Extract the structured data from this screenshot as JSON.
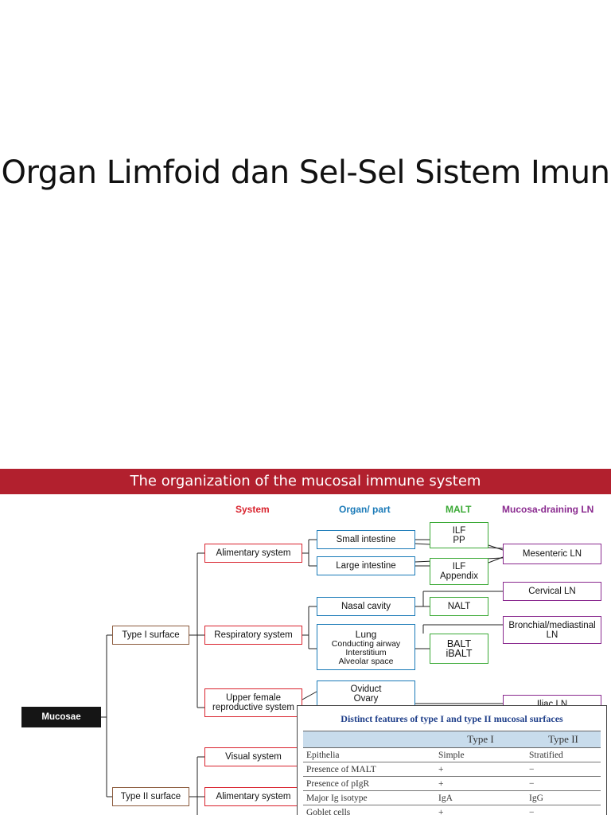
{
  "slide": {
    "title": "Organ Limfoid dan Sel-Sel Sistem Imun",
    "banner": "The organization of the mucosal immune system"
  },
  "diagram": {
    "headers": {
      "system": "System",
      "organ": "Organ/ part",
      "malt": "MALT",
      "ln": "Mucosa-draining LN"
    },
    "colors": {
      "system": "#d9232e",
      "organ": "#1a7ab8",
      "malt": "#3aa935",
      "ln": "#8a2a8f",
      "banner": "#b2202e"
    },
    "root": "Mucosae",
    "types": {
      "type1": "Type I surface",
      "type2": "Type II surface"
    },
    "systems": {
      "alimentary1": "Alimentary system",
      "respiratory": "Respiratory system",
      "upper_female_1": "Upper female",
      "upper_female_2": "reproductive system",
      "visual": "Visual system",
      "alimentary2": "Alimentary system"
    },
    "organs": {
      "small_intestine": "Small intestine",
      "large_intestine": "Large intestine",
      "nasal_cavity": "Nasal cavity",
      "lung": "Lung",
      "lung_1": "Conducting airway",
      "lung_2": "Interstitium",
      "lung_3": "Alveolar space",
      "oviduct": "Oviduct",
      "ovary": "Ovary"
    },
    "malt": {
      "ilf_pp_1": "ILF",
      "ilf_pp_2": "PP",
      "ilf_app_1": "ILF",
      "ilf_app_2": "Appendix",
      "nalt": "NALT",
      "balt_1": "BALT",
      "balt_2": "iBALT"
    },
    "ln": {
      "mesenteric": "Mesenteric LN",
      "cervical": "Cervical LN",
      "bronchial_1": "Bronchial/mediastinal",
      "bronchial_2": "LN",
      "iliac": "Iliac LN"
    }
  },
  "table": {
    "title": "Distinct features of type I and type II mucosal surfaces",
    "headers": [
      "",
      "Type I",
      "Type II"
    ],
    "rows": [
      [
        "Epithelia",
        "Simple",
        "Stratified"
      ],
      [
        "Presence of MALT",
        "+",
        "−"
      ],
      [
        "Presence of pIgR",
        "+",
        "−"
      ],
      [
        "Major Ig isotype",
        "IgA",
        "IgG"
      ],
      [
        "Goblet cells",
        "+",
        "−"
      ]
    ]
  }
}
